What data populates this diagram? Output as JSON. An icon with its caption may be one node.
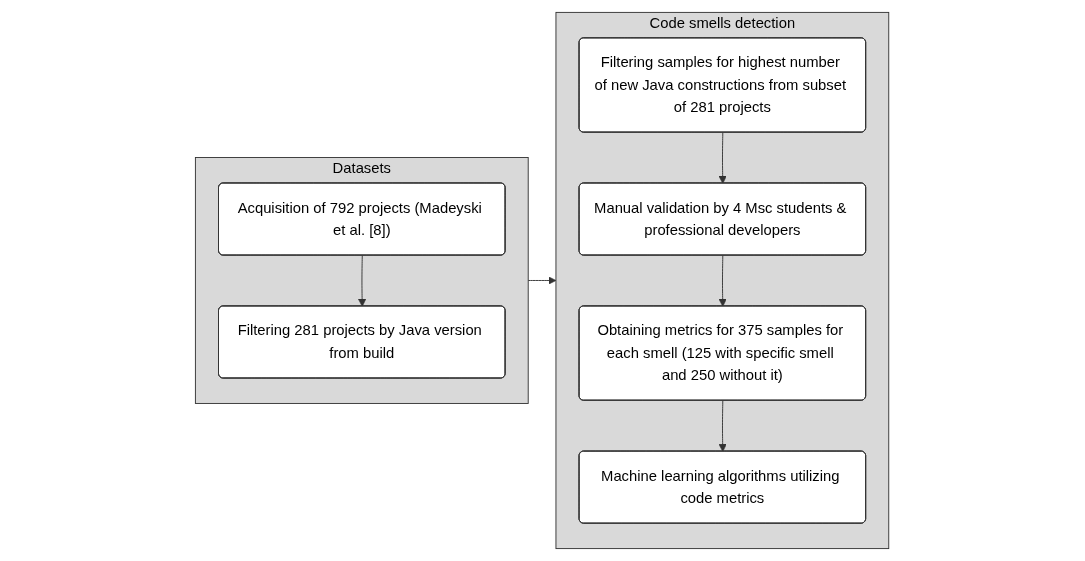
{
  "diagram": {
    "nodes": [
      {
        "text": [
          "Datasets"
        ]
      },
      {
        "text": [
          "Acquisition of 792 projects (Madeyski et al. [8])"
        ],
        "in": 0
      },
      {
        "text": [
          "Filtering 281 projects by Java version from build"
        ],
        "in": 0
      },
      {
        "text": [
          "Code smells detection"
        ]
      },
      {
        "text": [
          "Filtering samples for highest number of new Java constructions from subset of 281 projects"
        ],
        "in": 3
      },
      {
        "text": [
          "Manual validation by 4 Msc students & professional developers"
        ],
        "in": 3
      },
      {
        "text": [
          "Obtaining metrics for 375 samples for each smell (125 with specific smell and 250 without it)"
        ],
        "in": 3
      },
      {
        "text": [
          "Machine learning algorithms utilizing code metrics"
        ],
        "in": 3
      }
    ],
    "edges": [
      {
        "from": 1,
        "to": 2,
        "arrow": "to"
      },
      {
        "from": 0,
        "to": 3,
        "arrow": "to"
      },
      {
        "from": 4,
        "to": 5,
        "arrow": "to"
      },
      {
        "from": 5,
        "to": 6,
        "arrow": "to"
      },
      {
        "from": 6,
        "to": 7,
        "arrow": "to"
      }
    ]
  }
}
